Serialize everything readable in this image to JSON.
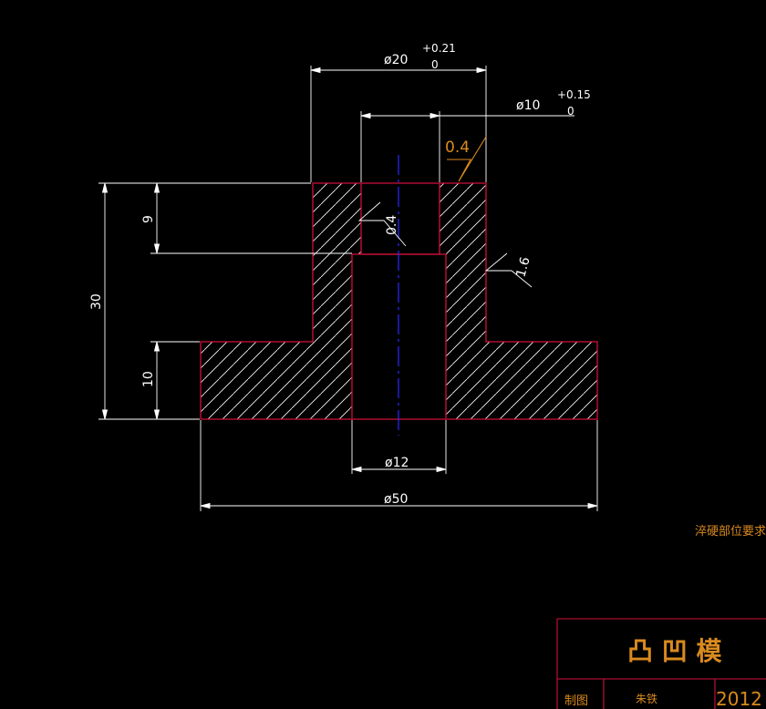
{
  "drawing": {
    "dims": {
      "top_dia": "ø20",
      "top_tol_upper": "+0.21",
      "top_tol_lower": "0",
      "bore_dia": "ø10",
      "bore_tol_upper": "+0.15",
      "bore_tol_lower": "0",
      "hole_dia": "ø12",
      "base_dia": "ø50",
      "height_total": "30",
      "height_top": "9",
      "height_base": "10"
    },
    "roughness": {
      "top": "0.4",
      "bore": "0.4",
      "outer": "1.6"
    },
    "note": "淬硬部位要求",
    "title_block": {
      "title": "凸 凹 模",
      "drawn_label": "制图",
      "drawn_by": "朱铁",
      "year": "2012"
    }
  },
  "colors": {
    "background": "#000000",
    "outline": "#d0103a",
    "dimension": "#ffffff",
    "centerline": "#2a2aff",
    "text_accent": "#d98a1e"
  }
}
